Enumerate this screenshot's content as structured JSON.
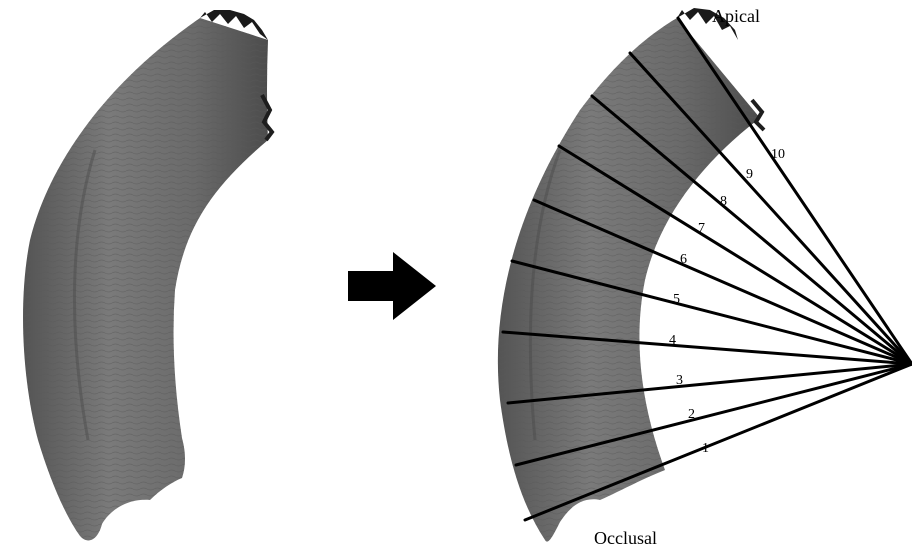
{
  "labels": {
    "apical": "Apical",
    "occlusal": "Occlusal"
  },
  "section_numbers": [
    "1",
    "2",
    "3",
    "4",
    "5",
    "6",
    "7",
    "8",
    "9",
    "10"
  ],
  "colors": {
    "tooth_fill": "#6f6f6f",
    "tooth_shadow": "#3f3f3f",
    "line": "#000000",
    "background": "#ffffff"
  },
  "icons": {
    "transform_arrow": "right-arrow-icon"
  }
}
